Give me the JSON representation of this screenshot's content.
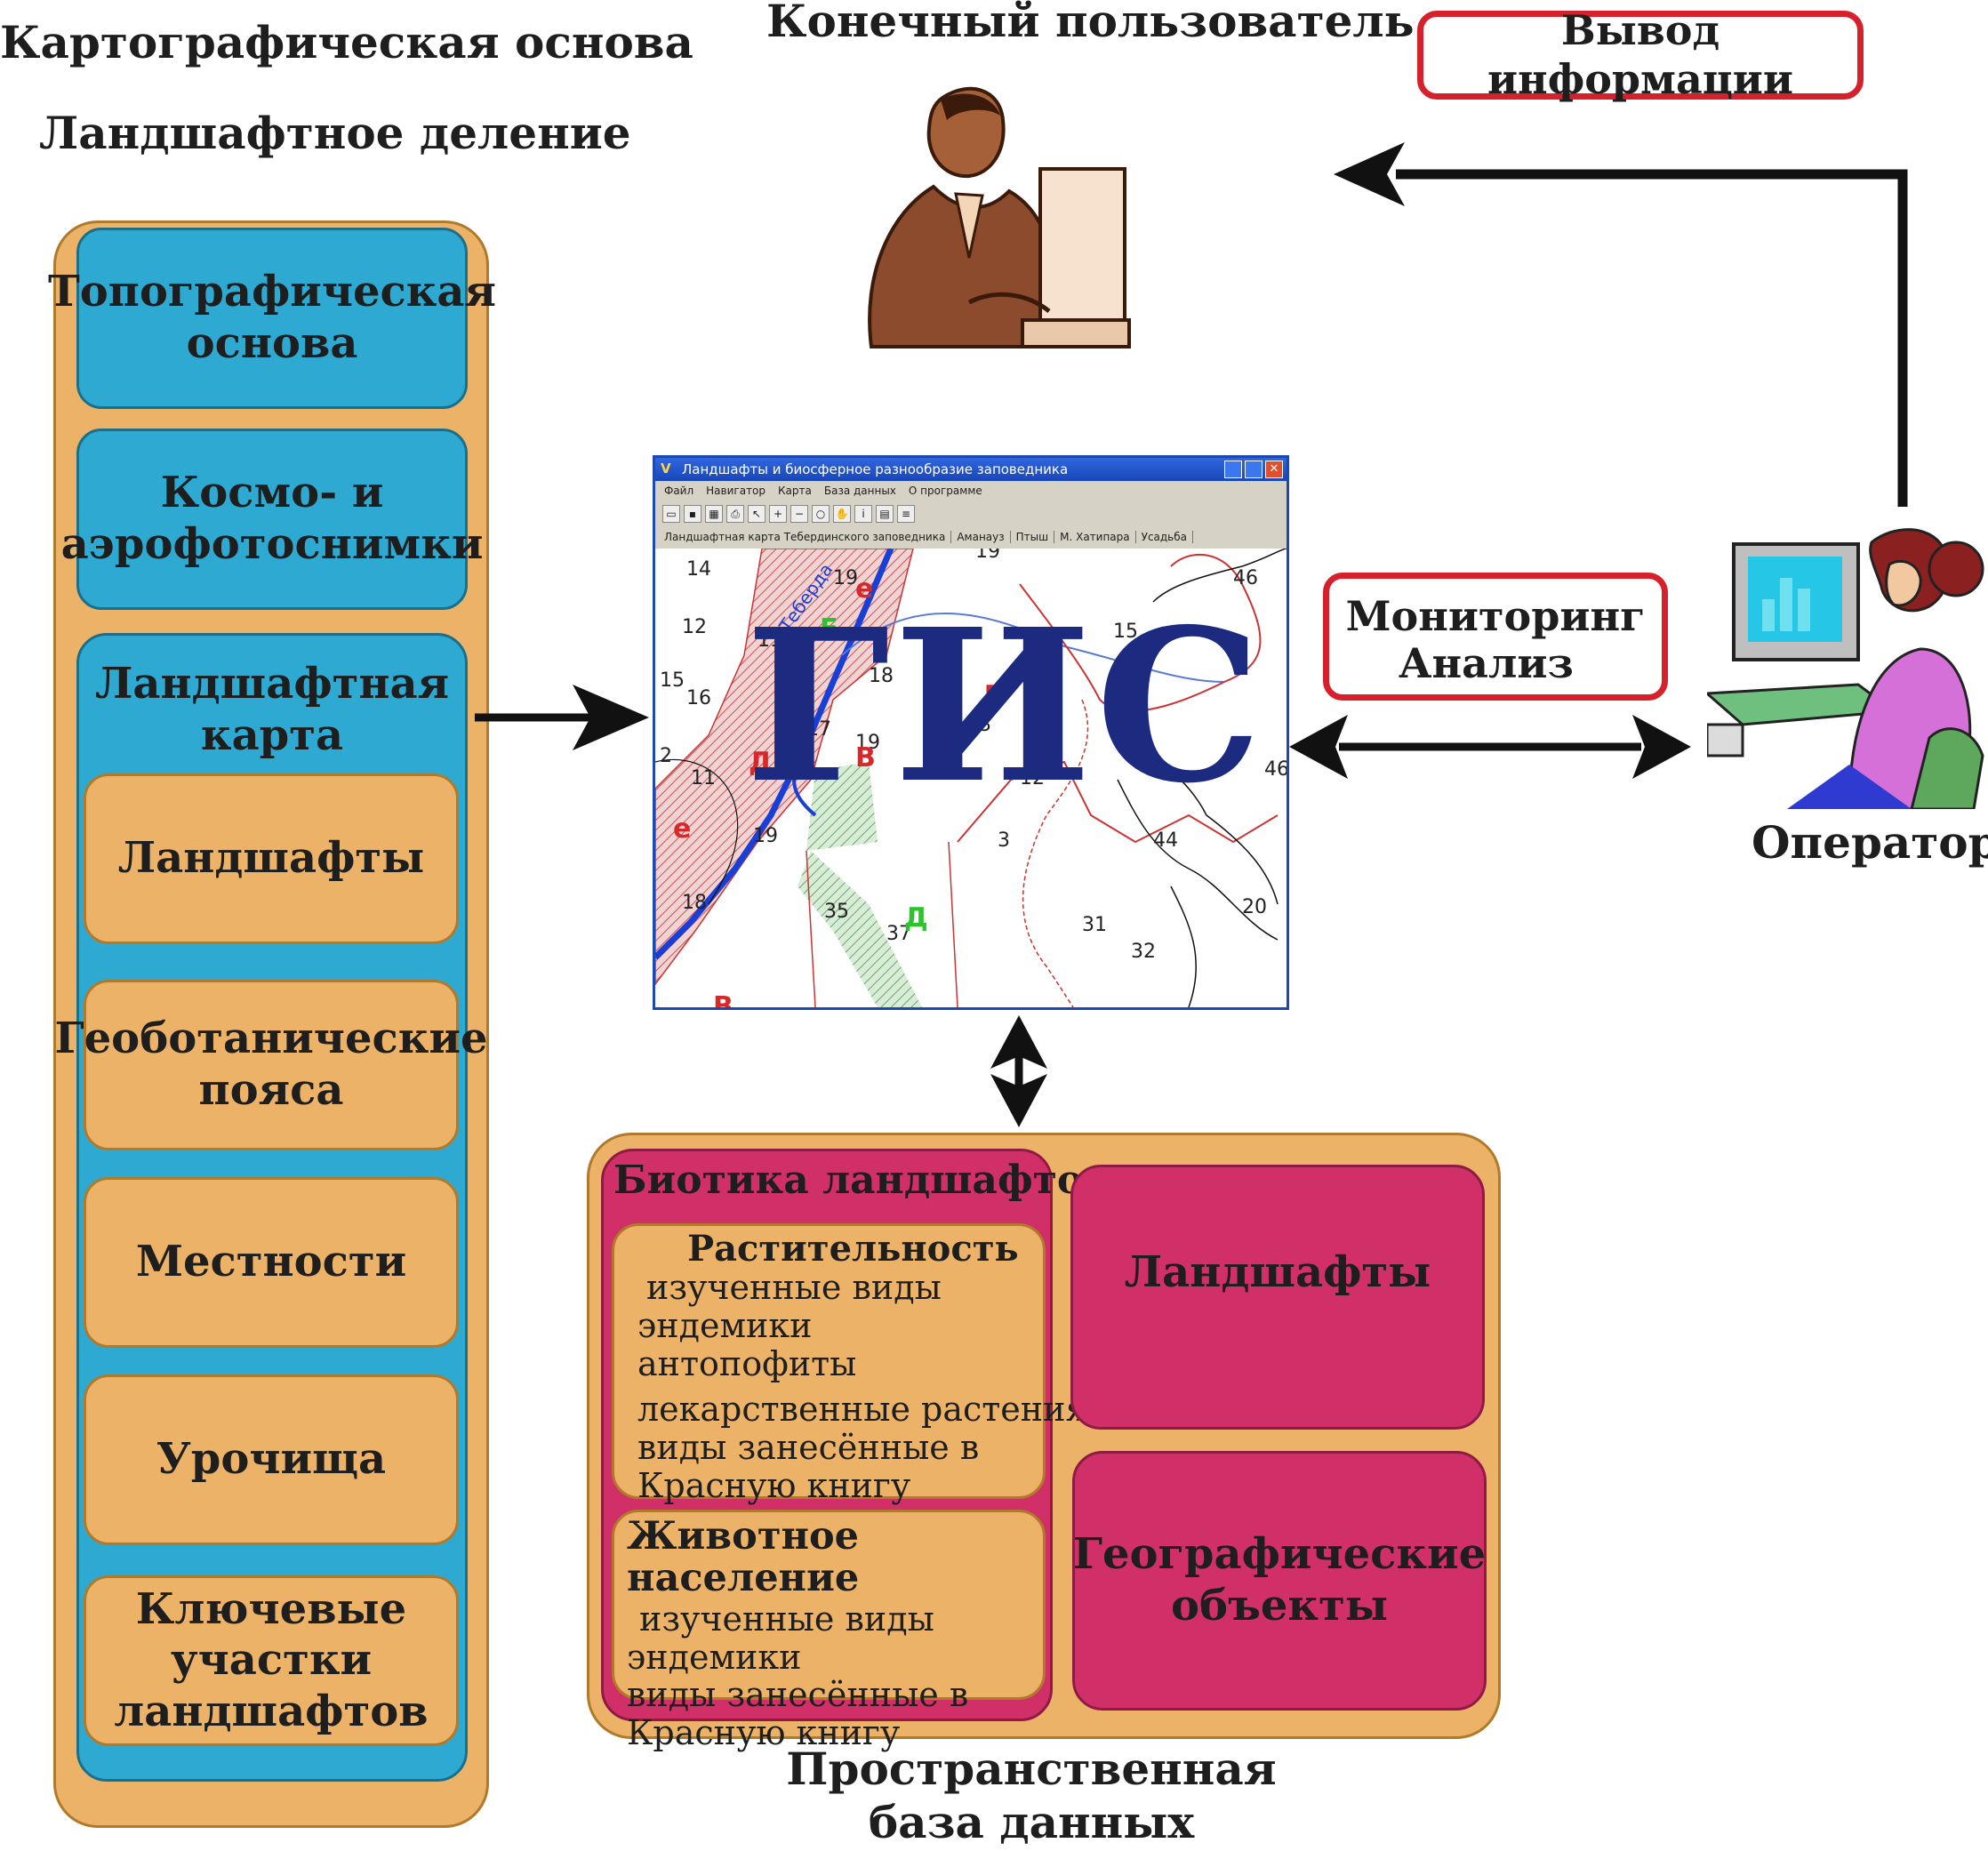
{
  "left_titles": {
    "line1": "Картографическая основа",
    "line2": "Ландшафтное деление"
  },
  "top_title": "Конечный пользователь",
  "output_label": "Вывод информации",
  "monitoring": {
    "line1": "Мониторинг",
    "line2": "Анализ"
  },
  "operator_label": "Оператор",
  "gis_label": "ГИС",
  "left_column": {
    "topo": "Топографическая\nоснова",
    "kosmo": "Космо- и\nаэрофотоснимки",
    "landscape_map": "Ландшафтная\nкарта",
    "items": [
      "Ландшафты",
      "Геоботанические\nпояса",
      "Местности",
      "Урочища",
      "Ключевые\nучастки\nландшафтов"
    ]
  },
  "database": {
    "biotics_title": "Биотика ландшафтов",
    "vegetation": {
      "title": "Растительность",
      "lines": [
        "изученные виды",
        "эндемики",
        "антопофиты",
        "лекарственные растения",
        "виды занесённые в",
        "Красную книгу"
      ]
    },
    "animals": {
      "title": "Животное население",
      "lines": [
        "изученные виды",
        "эндемики",
        "виды занесённые в",
        "Красную книгу"
      ]
    },
    "landscapes": "Ландшафты",
    "geo_objects": "Географические\nобъекты",
    "caption": "Пространственная\nбаза данных"
  },
  "app_window": {
    "title": "Ландшафты и биосферное разнообразие заповедника",
    "menu": [
      "Файл",
      "Навигатор",
      "Карта",
      "База данных",
      "О программе"
    ],
    "tabs": [
      "Ландшафтная карта Тебердинского заповедника",
      "Аманауз",
      "Птыш",
      "М. Хатипара",
      "Усадьба"
    ],
    "map_numbers": [
      "14",
      "19",
      "19",
      "12",
      "11",
      "16",
      "15",
      "15",
      "16",
      "18",
      "17",
      "19",
      "13",
      "2",
      "11",
      "12",
      "46",
      "46",
      "19",
      "3",
      "44",
      "18",
      "35",
      "37",
      "31",
      "32",
      "20"
    ],
    "map_letters": [
      "е",
      "Е",
      "г",
      "Д",
      "В",
      "Е",
      "е",
      "Д",
      "В"
    ],
    "river_label": "Теберда"
  },
  "colors": {
    "orange": "#ecb267",
    "blue": "#2eaad2",
    "pink": "#d12f68",
    "red_frame": "#d6202b",
    "gis_text": "#1c2a80"
  }
}
